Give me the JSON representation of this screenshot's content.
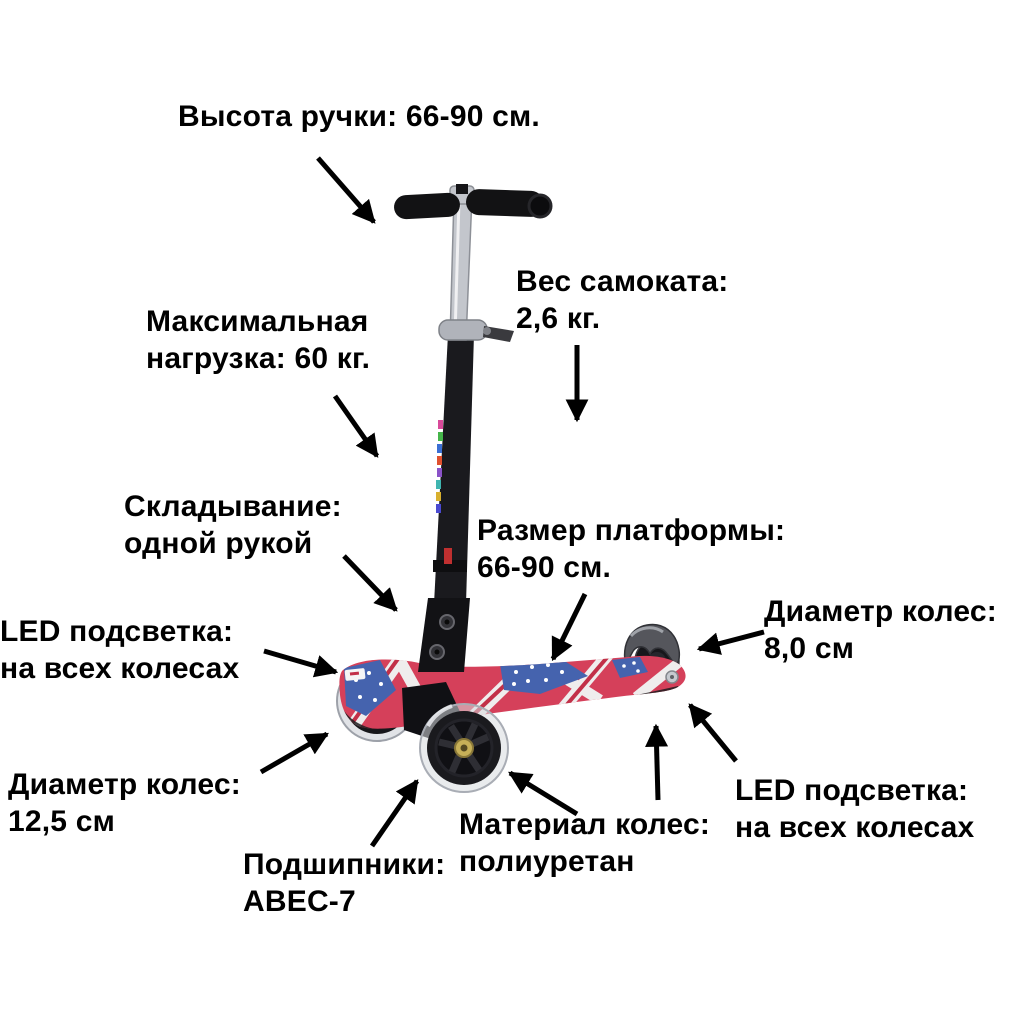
{
  "page": {
    "background": "#ffffff",
    "kind": "product-feature-infographic",
    "subject": "three-wheel kick scooter with UK/USA flag pattern deck"
  },
  "colors": {
    "text": "#000000",
    "arrow": "#000000",
    "deck_red": "#d5405a",
    "deck_blue": "#4563ae",
    "deck_white": "#efeded",
    "frame_black": "#17171a",
    "chrome": "#c3c6cc",
    "wheel_rim": "#c9ccd3",
    "hub_cap_gold": "#c7b058",
    "fender_gray": "#55565c"
  },
  "annotations": {
    "handle_height": {
      "text": "Высота ручки: 66-90 см."
    },
    "scooter_weight": {
      "line1": "Вес самоката:",
      "line2": "2,6 кг."
    },
    "max_load": {
      "line1": "Максимальная",
      "line2": "нагрузка: 60 кг."
    },
    "folding": {
      "line1": "Складывание:",
      "line2": "одной рукой"
    },
    "led_front": {
      "line1": "LED подсветка:",
      "line2": "на всех колесах"
    },
    "platform_size": {
      "line1": "Размер платформы:",
      "line2": "66-90 см."
    },
    "wheel_diameter_rear": {
      "line1": "Диаметр колес:",
      "line2": "8,0 см"
    },
    "wheel_diameter_front": {
      "line1": "Диаметр колес:",
      "line2": "12,5 см"
    },
    "bearings": {
      "line1": "Подшипники:",
      "line2": "ABEC-7"
    },
    "wheel_material": {
      "line1": "Материал колес:",
      "line2": "полиуретан"
    },
    "led_rear": {
      "line1": "LED подсветка:",
      "line2": "на всех колесах"
    }
  }
}
